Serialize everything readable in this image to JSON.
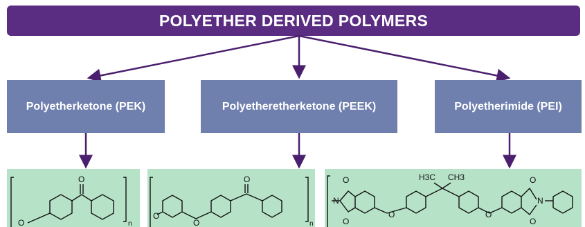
{
  "diagram": {
    "title": "POLYETHER DERIVED POLYMERS",
    "categories": [
      {
        "label": "Polyetherketone (PEK)"
      },
      {
        "label": "Polyetheretherketone (PEEK)"
      },
      {
        "label": "Polyetherimide (PEI)"
      }
    ],
    "structures": {
      "pek": {
        "carbonyl": "O",
        "ether": "O",
        "subscript": "n"
      },
      "peek": {
        "carbonyl": "O",
        "ether_1": "O",
        "ether_2": "O",
        "subscript": "n"
      },
      "pei": {
        "methyl_1": "H3C",
        "methyl_2": "CH3",
        "imide_o_1": "O",
        "imide_o_2": "O",
        "imide_o_3": "O",
        "imide_o_4": "O",
        "nitrogen_1": "N",
        "nitrogen_2": "N",
        "ether_1": "O",
        "ether_2": "O"
      }
    }
  },
  "colors": {
    "banner": "#5a2d82",
    "box": "#6f7fae",
    "structure_bg": "#b6e2c8",
    "arrow": "#4b1f6e"
  }
}
